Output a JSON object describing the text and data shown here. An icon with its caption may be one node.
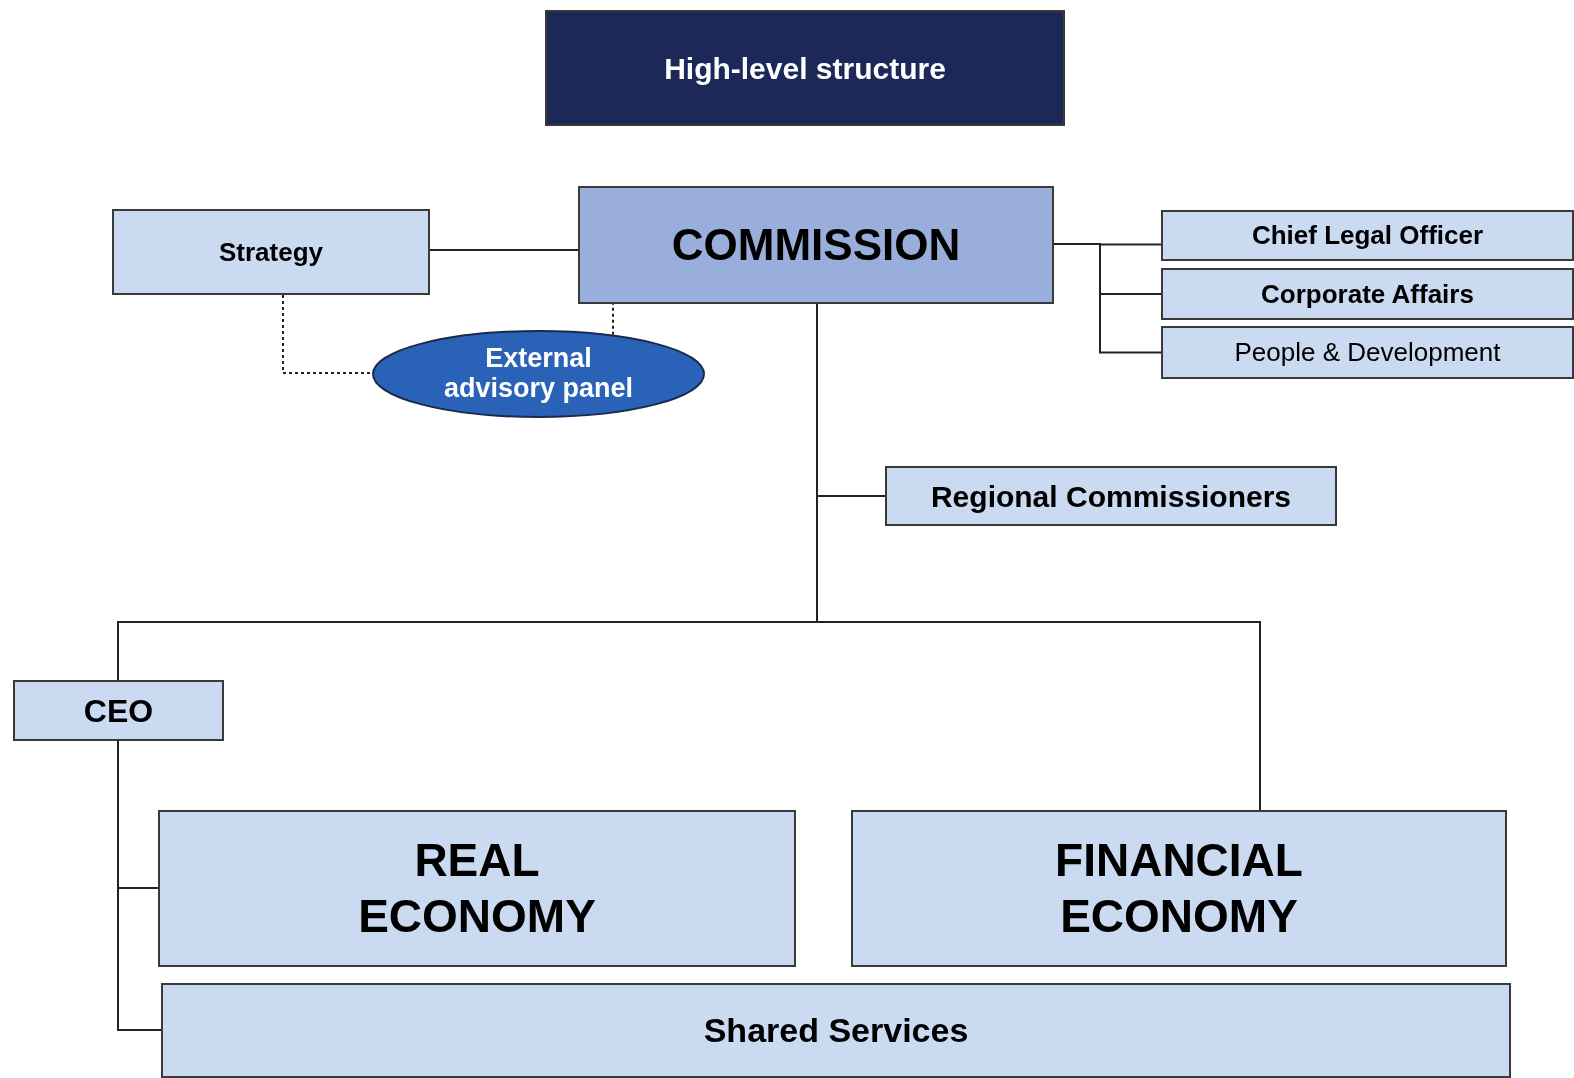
{
  "diagram": {
    "nodes": [
      {
        "text": [
          "High-level structure"
        ]
      },
      {
        "text": [
          "Strategy"
        ]
      },
      {
        "text": [
          "COMMISSION"
        ]
      },
      {
        "text": [
          "External advisory panel"
        ]
      },
      {
        "text": [
          "Chief Legal Officer"
        ]
      },
      {
        "text": [
          "Corporate Affairs"
        ]
      },
      {
        "text": [
          "People & Development"
        ]
      },
      {
        "text": [
          "Regional Commissioners"
        ]
      },
      {
        "text": [
          "CEO"
        ]
      },
      {
        "text": [
          "REAL ECONOMY"
        ]
      },
      {
        "text": [
          "FINANCIAL ECONOMY"
        ]
      },
      {
        "text": [
          "Shared Services"
        ]
      }
    ],
    "edges": [
      {
        "from": 1,
        "to": 2,
        "arrow": "none"
      },
      {
        "from": 1,
        "to": 3,
        "arrow": "none",
        "style": "dashed"
      },
      {
        "from": 3,
        "to": 2,
        "arrow": "none",
        "style": "dashed"
      },
      {
        "from": 2,
        "to": 4,
        "arrow": "none"
      },
      {
        "from": 2,
        "to": 5,
        "arrow": "none"
      },
      {
        "from": 2,
        "to": 6,
        "arrow": "none"
      },
      {
        "from": 2,
        "to": 7,
        "arrow": "none"
      },
      {
        "from": 2,
        "to": 8,
        "arrow": "none"
      },
      {
        "from": 2,
        "to": 10,
        "arrow": "none"
      },
      {
        "from": 8,
        "to": 9,
        "arrow": "none"
      },
      {
        "from": 8,
        "to": 11,
        "arrow": "none"
      }
    ]
  }
}
